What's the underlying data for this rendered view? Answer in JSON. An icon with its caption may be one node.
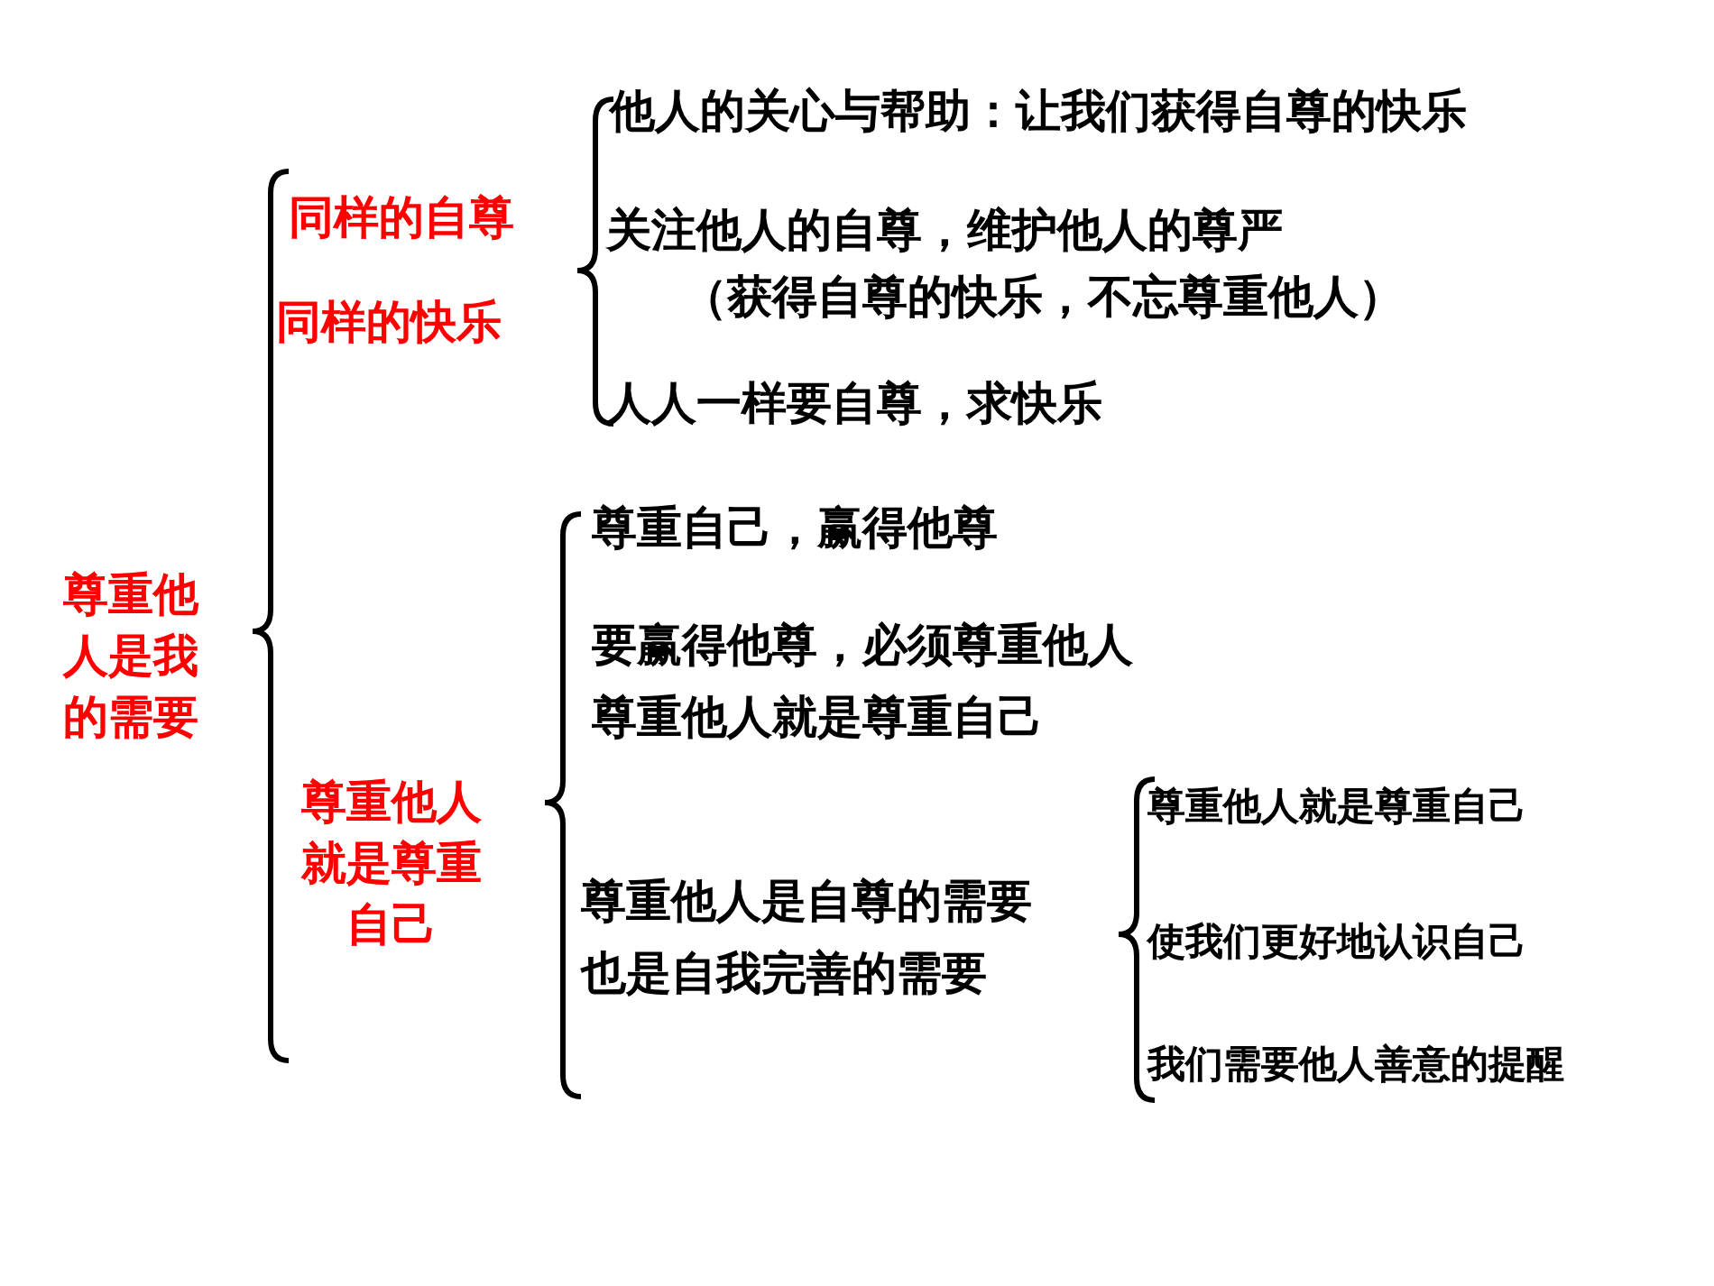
{
  "diagram": {
    "labels": [
      "他人的关心与帮助：让我们获得自尊的快乐",
      "同样的自尊",
      "关注他人的自尊，维护他人的尊严",
      "（获得自尊的快乐，不忘尊重他人）",
      "同样的快乐",
      "人人一样要自尊，求快乐",
      "尊重自己，赢得他尊",
      "尊重他人是我的需要",
      "要赢得他尊，必须尊重他人",
      "尊重他人就是尊重自己",
      "尊重他人就是尊重自己",
      "尊重他人就是尊重自己",
      "尊重他人是自尊的需要",
      "使我们更好地认识自己",
      "也是自我完善的需要",
      "我们需要他人善意的提醒"
    ]
  }
}
